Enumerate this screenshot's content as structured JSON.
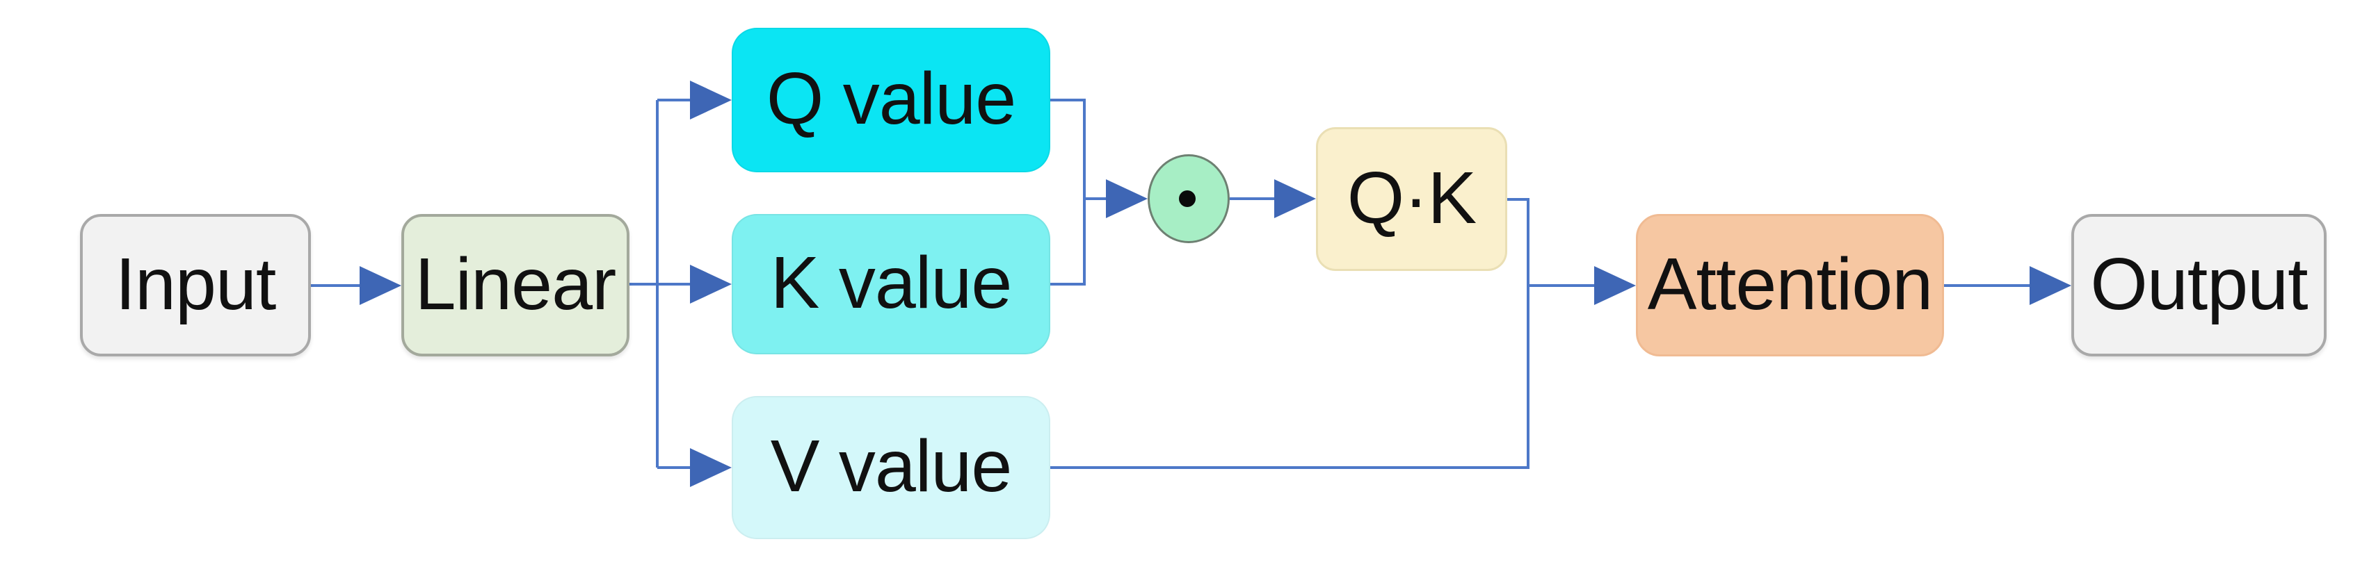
{
  "diagram": {
    "nodes": {
      "input": {
        "label": "Input"
      },
      "linear": {
        "label": "Linear"
      },
      "q_value": {
        "label": "Q value"
      },
      "k_value": {
        "label": "K value"
      },
      "v_value": {
        "label": "V value"
      },
      "dot_product": {
        "icon": "dot-product",
        "symbol": "·"
      },
      "qk": {
        "label": "Q·K"
      },
      "attention": {
        "label": "Attention"
      },
      "output": {
        "label": "Output"
      }
    },
    "flow": "Input -> Linear -> (Q value, K value) -> dot product -> Q·K ; (Q·K, V value) -> Attention -> Output"
  },
  "colors": {
    "canvas-bg": "#ffffff",
    "text": "#111111",
    "line": "#4d78c8",
    "arrow": "#3e66b5",
    "node-gray-fill": "#f2f2f2",
    "node-gray-border": "#a9a9a9",
    "linear-fill": "#e4eedb",
    "linear-border": "#a3a99c",
    "q-fill": "#0be5f3",
    "k-fill": "#7ef1f1",
    "v-fill": "#d4f8fa",
    "circle-fill": "#a7eec5",
    "circle-border": "#6e8072",
    "qk-fill": "#faf0cd",
    "qk-border": "#eadfb4",
    "attention-fill": "#f6c7a2",
    "attention-border": "#f0bb93"
  }
}
